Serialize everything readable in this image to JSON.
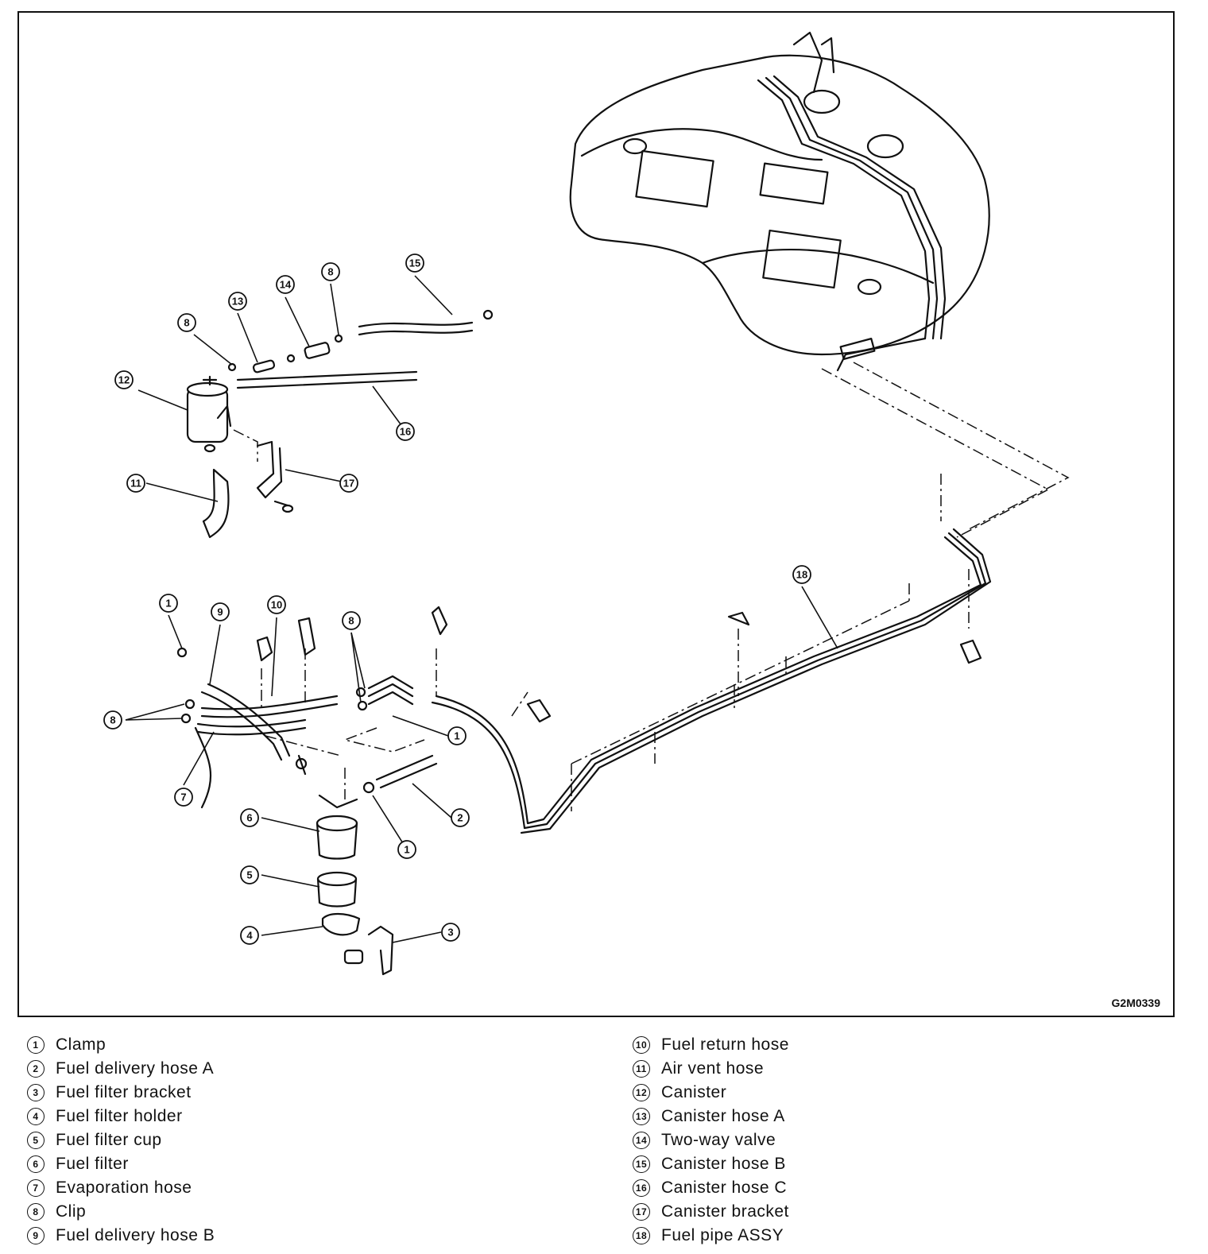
{
  "figure": {
    "code": "G2M0339"
  },
  "legend": {
    "left": [
      {
        "num": "1",
        "label": "Clamp"
      },
      {
        "num": "2",
        "label": "Fuel delivery hose A"
      },
      {
        "num": "3",
        "label": "Fuel filter bracket"
      },
      {
        "num": "4",
        "label": "Fuel filter holder"
      },
      {
        "num": "5",
        "label": "Fuel filter cup"
      },
      {
        "num": "6",
        "label": "Fuel filter"
      },
      {
        "num": "7",
        "label": "Evaporation hose"
      },
      {
        "num": "8",
        "label": "Clip"
      },
      {
        "num": "9",
        "label": "Fuel delivery hose B"
      }
    ],
    "right": [
      {
        "num": "10",
        "label": "Fuel return hose"
      },
      {
        "num": "11",
        "label": "Air vent hose"
      },
      {
        "num": "12",
        "label": "Canister"
      },
      {
        "num": "13",
        "label": "Canister hose A"
      },
      {
        "num": "14",
        "label": "Two-way valve"
      },
      {
        "num": "15",
        "label": "Canister hose B"
      },
      {
        "num": "16",
        "label": "Canister hose C"
      },
      {
        "num": "17",
        "label": "Canister bracket"
      },
      {
        "num": "18",
        "label": "Fuel pipe ASSY"
      }
    ]
  },
  "callouts": [
    {
      "num": "15"
    },
    {
      "num": "8"
    },
    {
      "num": "14"
    },
    {
      "num": "13"
    },
    {
      "num": "8"
    },
    {
      "num": "12"
    },
    {
      "num": "16"
    },
    {
      "num": "17"
    },
    {
      "num": "11"
    },
    {
      "num": "18"
    },
    {
      "num": "1"
    },
    {
      "num": "9"
    },
    {
      "num": "10"
    },
    {
      "num": "8"
    },
    {
      "num": "8"
    },
    {
      "num": "1"
    },
    {
      "num": "7"
    },
    {
      "num": "2"
    },
    {
      "num": "6"
    },
    {
      "num": "1"
    },
    {
      "num": "5"
    },
    {
      "num": "4"
    },
    {
      "num": "3"
    }
  ]
}
